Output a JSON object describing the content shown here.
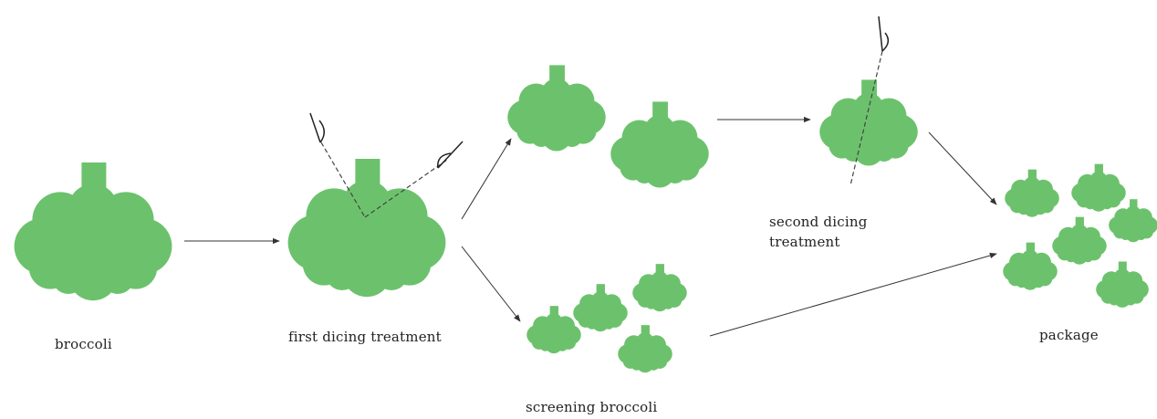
{
  "colors": {
    "broccoli": "#6cc26c",
    "line": "#333333",
    "background": "#ffffff"
  },
  "icons": {
    "broccoli": "broccoli-icon",
    "knife": "knife-icon"
  },
  "labels": {
    "broccoli": "broccoli",
    "first_dicing": "first dicing treatment",
    "second_dicing_line1": "second dicing",
    "second_dicing_line2": "treatment",
    "screening": "screening broccoli",
    "package": "package"
  }
}
